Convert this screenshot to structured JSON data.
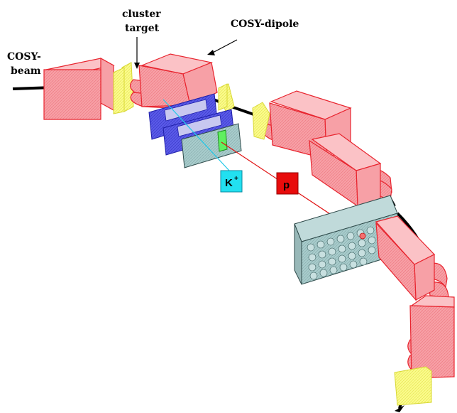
{
  "labels": {
    "cosy_beam_line1": "COSY-",
    "cosy_beam_line2": "beam",
    "cluster_line1": "cluster",
    "cluster_line2": "target",
    "cosy_dipole": "COSY-dipole",
    "kaon": "K",
    "kaon_sup": "+",
    "proton": "p"
  },
  "colors": {
    "magnet": "#f7a0a6",
    "magnet_edge": "#e8242e",
    "yellow_block": "#fbfb8c",
    "yellow_edge": "#d8d836",
    "chamber": "#5a5ae8",
    "chamber_edge": "#1e1ea8",
    "hodoscope": "#a8cccc",
    "hodoscope_edge": "#2e4a4a",
    "kaon_tag": "#22e0f0",
    "proton_tag": "#e80c0c",
    "green_hit": "#60f060",
    "proton_track": "#e01010",
    "kaon_track": "#22c8e8"
  }
}
